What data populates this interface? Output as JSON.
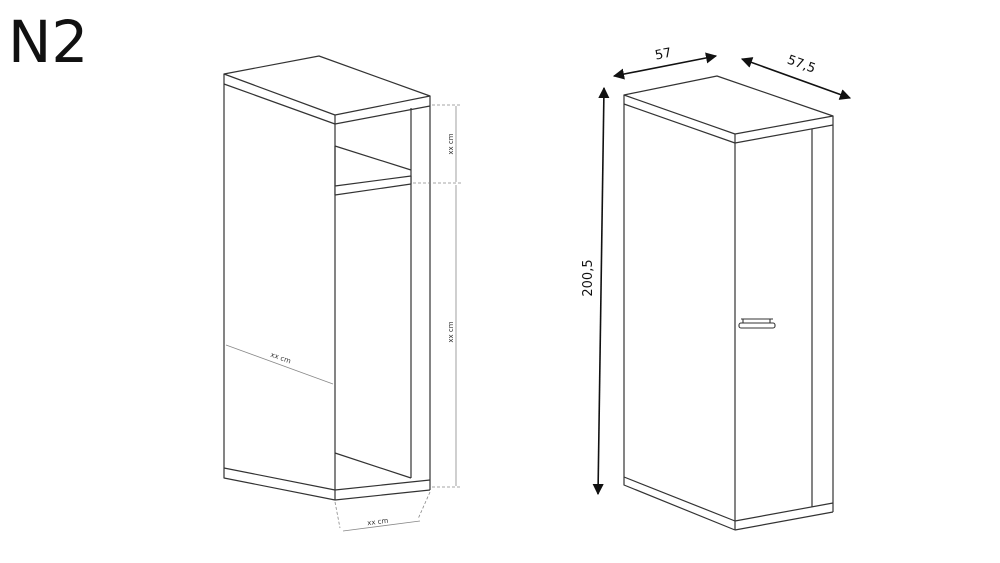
{
  "model_label": "N2",
  "interior_view": {
    "top_compartment_height": "xx cm",
    "hanging_compartment_height": "xx cm",
    "depth": "xx cm",
    "width": "xx cm"
  },
  "exterior_view": {
    "width": "57",
    "depth": "57,5",
    "height": "200,5"
  },
  "colors": {
    "line": "#333333",
    "arrow": "#111111",
    "dim_line": "#888888"
  }
}
